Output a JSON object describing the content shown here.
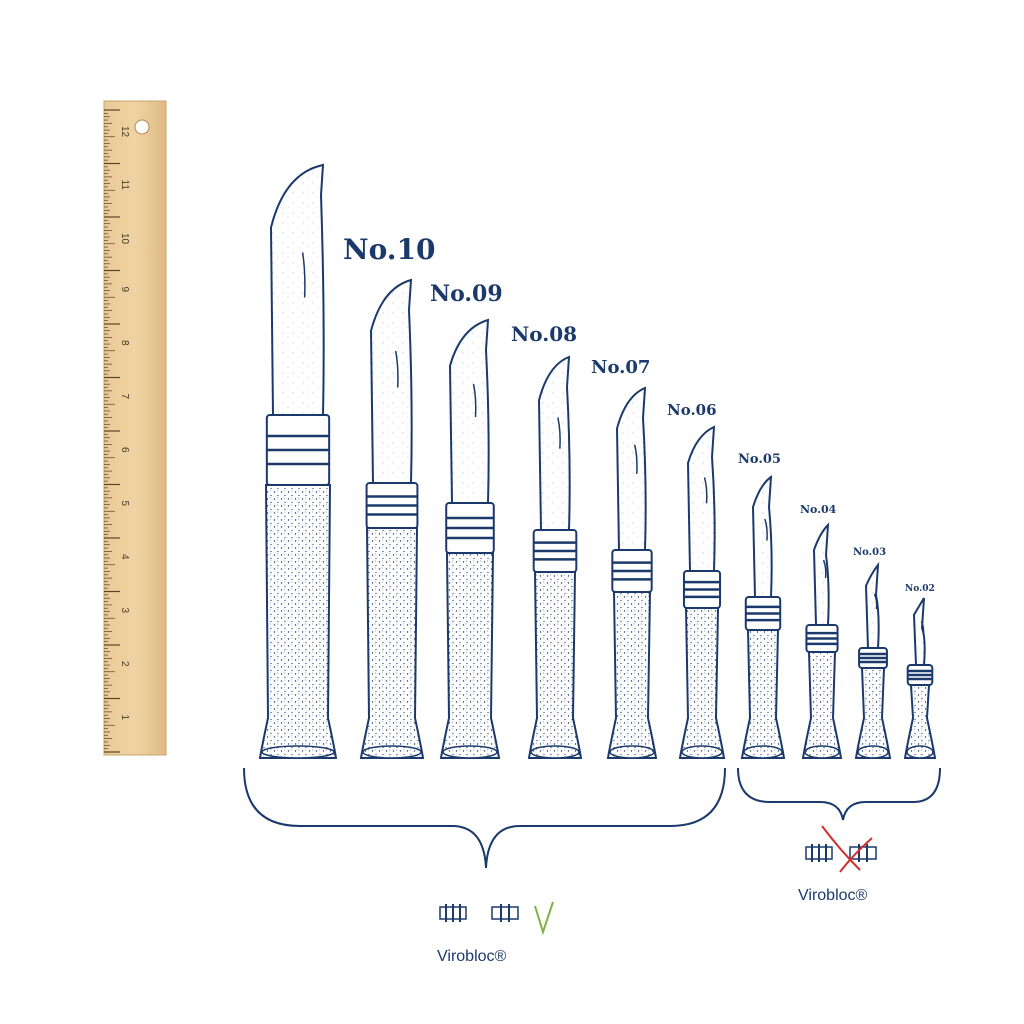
{
  "ruler": {
    "units": [
      "1",
      "2",
      "3",
      "4",
      "5",
      "6",
      "7",
      "8",
      "9",
      "10",
      "11",
      "12"
    ]
  },
  "knives": [
    {
      "label": "No.10"
    },
    {
      "label": "No.09"
    },
    {
      "label": "No.08"
    },
    {
      "label": "No.07"
    },
    {
      "label": "No.06"
    },
    {
      "label": "No.05"
    },
    {
      "label": "No.04"
    },
    {
      "label": "No.03"
    },
    {
      "label": "No.02"
    }
  ],
  "groups": {
    "with_virobloc": {
      "label": "Virobloc®"
    },
    "without_virobloc": {
      "label": "Virobloc®"
    }
  },
  "colors": {
    "ink": "#1b3a6b",
    "wood": "#e8c897",
    "wood_dark": "#b8925a",
    "check": "#7cb342",
    "cross": "#d32f2f"
  }
}
